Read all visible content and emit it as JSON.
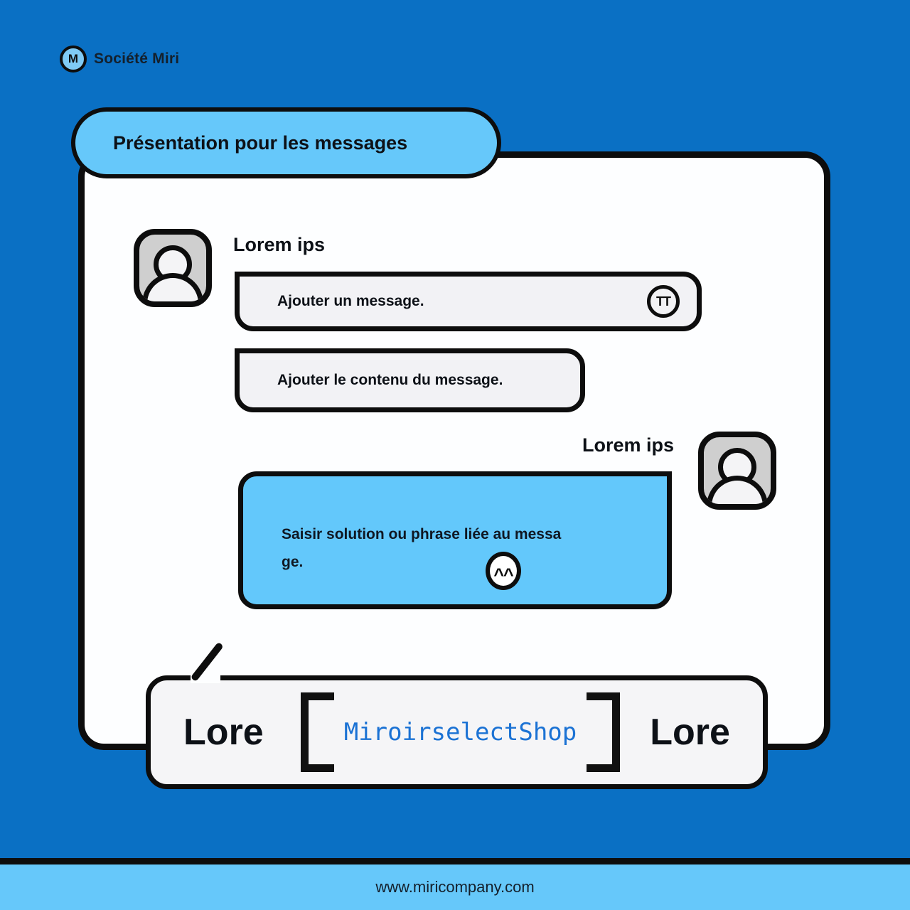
{
  "brand": {
    "logo_letter": "M",
    "name": "Société Miri"
  },
  "header": {
    "title": "Présentation pour les messages"
  },
  "conversation": {
    "left_user": {
      "name": "Lorem ips"
    },
    "messages": [
      {
        "text": "Ajouter un message.",
        "icon_label": "TT"
      },
      {
        "text": "Ajouter le contenu du message."
      }
    ],
    "right_user": {
      "name": "Lorem ips"
    },
    "reply": {
      "line1": "Saisir solution ou phrase liée au messa",
      "line2": "ge.",
      "emoji": "^^"
    }
  },
  "caption": {
    "left_word": "Lore",
    "shop_name": "MiroirselectShop",
    "right_word": "Lore"
  },
  "footer": {
    "url": "www.miricompany.com"
  },
  "colors": {
    "background": "#0A70C4",
    "accent_light_blue": "#66C8FA",
    "bubble_gray": "#F2F2F5",
    "outline": "#0D0D0D",
    "shop_text": "#1B72D4"
  }
}
